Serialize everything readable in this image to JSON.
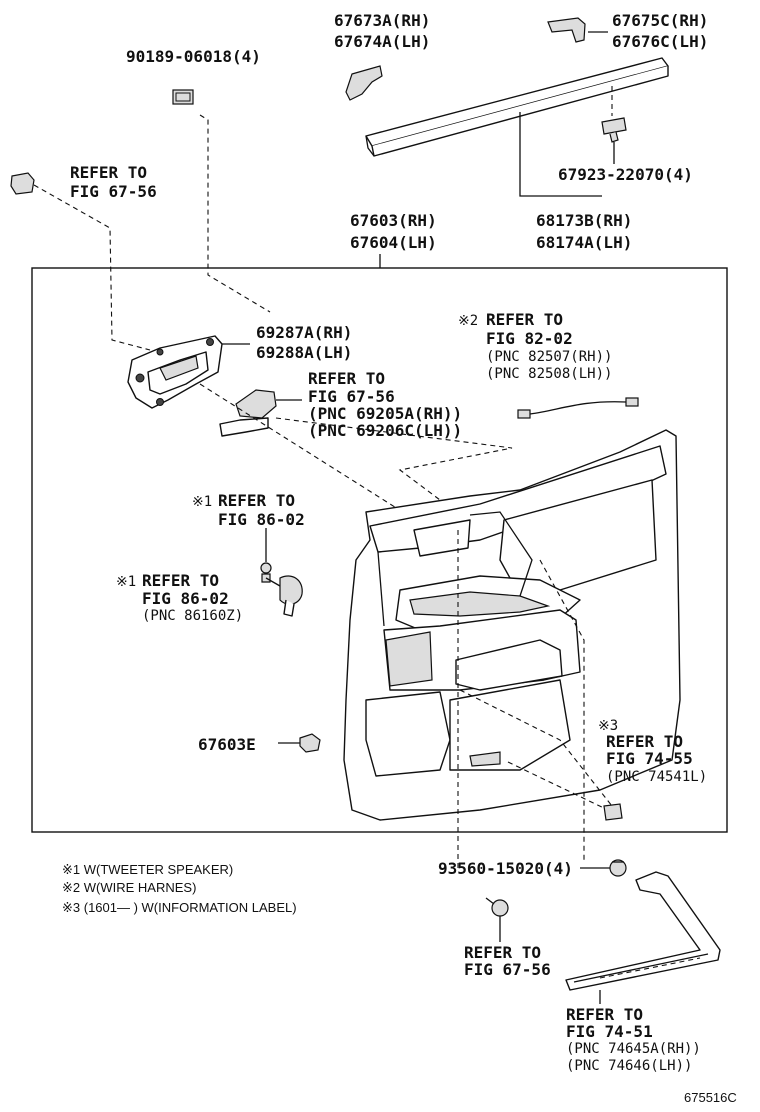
{
  "labels": {
    "p90189": "90189-06018(4)",
    "p67673a": "67673A(RH)",
    "p67674a": "67674A(LH)",
    "p67675c": "67675C(RH)",
    "p67676c": "67676C(LH)",
    "ref_67_56_a1": "REFER TO",
    "ref_67_56_a2": "FIG 67-56",
    "p67923": "67923-22070(4)",
    "p68173b": "68173B(RH)",
    "p68174a": "68174A(LH)",
    "p67603": "67603(RH)",
    "p67604": "67604(LH)",
    "p69287a": "69287A(RH)",
    "p69288a": "69288A(LH)",
    "ref_82_02_mark": "※2",
    "ref_82_02_1": "REFER TO",
    "ref_82_02_2": "FIG 82-02",
    "ref_82_02_3": "(PNC 82507(RH))",
    "ref_82_02_4": "(PNC 82508(LH))",
    "ref_67_56_b1": "REFER TO",
    "ref_67_56_b2": "FIG 67-56",
    "ref_67_56_b3": "(PNC 69205A(RH))",
    "ref_67_56_b4": "(PNC 69206C(LH))",
    "ref_86_02_a_mark": "※1",
    "ref_86_02_a1": "REFER TO",
    "ref_86_02_a2": "FIG 86-02",
    "ref_86_02_b_mark": "※1",
    "ref_86_02_b1": "REFER TO",
    "ref_86_02_b2": "FIG 86-02",
    "ref_86_02_b3": "(PNC 86160Z)",
    "p67603e": "67603E",
    "ref_74_55_mark": "※3",
    "ref_74_55_1": "REFER TO",
    "ref_74_55_2": "FIG 74-55",
    "ref_74_55_3": "(PNC 74541L)",
    "p93560": "93560-15020(4)",
    "ref_67_56_c1": "REFER TO",
    "ref_67_56_c2": "FIG 67-56",
    "ref_74_51_1": "REFER TO",
    "ref_74_51_2": "FIG 74-51",
    "ref_74_51_3": "(PNC 74645A(RH))",
    "ref_74_51_4": "(PNC 74646(LH))",
    "note1": "※1 W(TWEETER SPEAKER)",
    "note2": "※2 W(WIRE HARNES)",
    "note3": "※3 (1601—      ) W(INFORMATION LABEL)",
    "figure_id": "675516C"
  }
}
